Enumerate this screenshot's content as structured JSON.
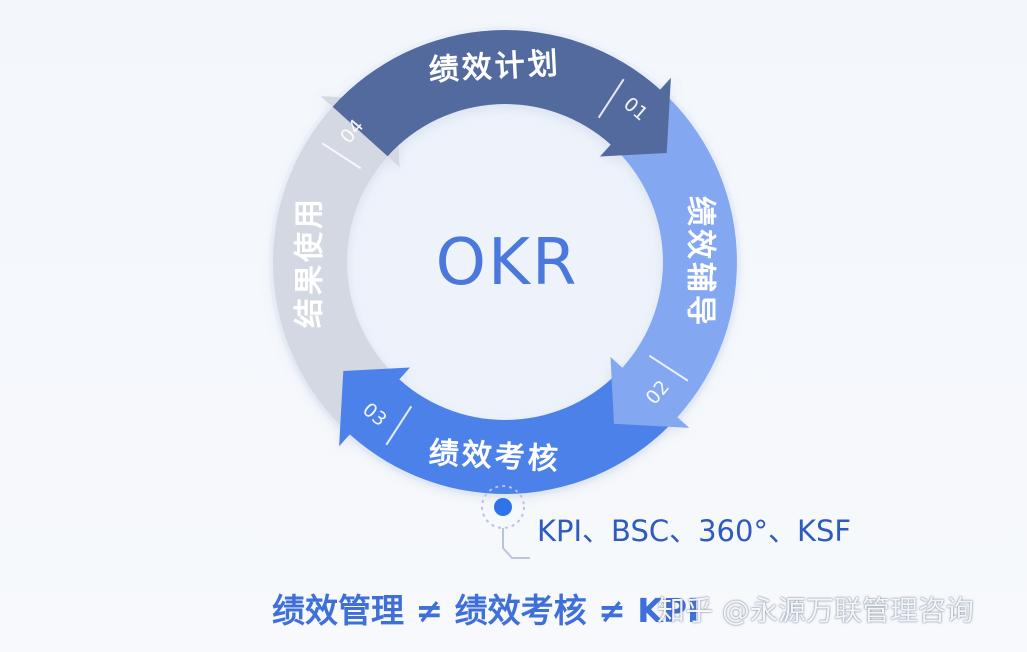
{
  "diagram": {
    "center_label": "OKR",
    "segments": [
      {
        "label": "绩效计划",
        "number": "01",
        "color": "#536b9f"
      },
      {
        "label": "绩效辅导",
        "number": "02",
        "color": "#84a7f1"
      },
      {
        "label": "绩效考核",
        "number": "03",
        "color": "#4d81ea"
      },
      {
        "label": "结果使用",
        "number": "04",
        "color": "#d3d8e2"
      }
    ],
    "tools": "KPI、BSC、360°、KSF",
    "accent_color": "#2f73e8"
  },
  "footer": {
    "statement": "绩效管理 ≠ 绩效考核 ≠ KPI"
  },
  "watermark": "知乎 @永源万联管理咨询"
}
